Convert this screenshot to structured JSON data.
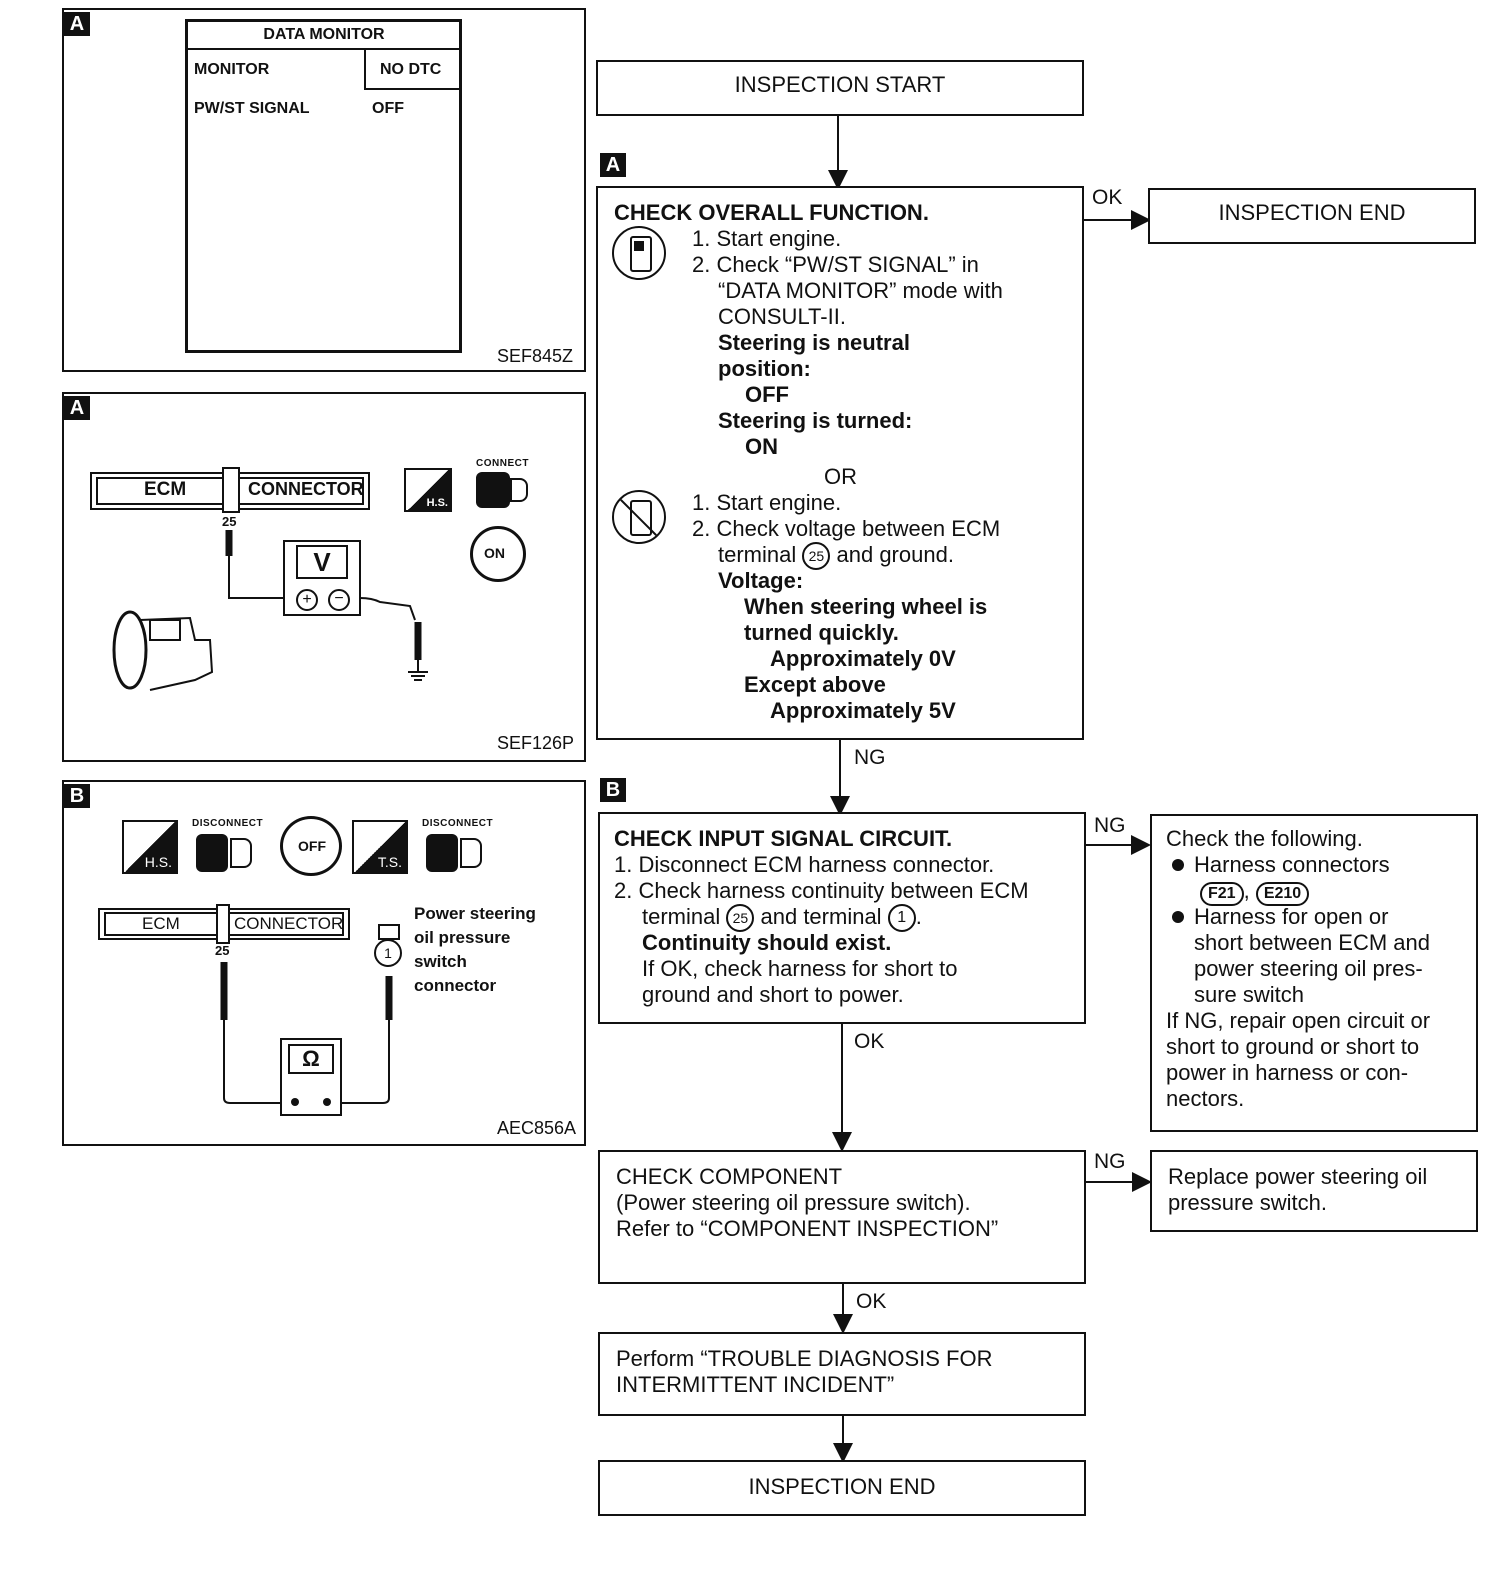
{
  "panel_a1": {
    "tag": "A",
    "table_title": "DATA MONITOR",
    "col1": "MONITOR",
    "col2": "NO DTC",
    "row_label": "PW/ST SIGNAL",
    "row_value": "OFF",
    "code": "SEF845Z"
  },
  "panel_a2": {
    "tag": "A",
    "ecm": "ECM",
    "connector": "CONNECTOR",
    "pin": "25",
    "meter": "V",
    "hs": "H.S.",
    "connect": "CONNECT",
    "on": "ON",
    "code": "SEF126P"
  },
  "panel_b": {
    "tag": "B",
    "disconnect1": "DISCONNECT",
    "disconnect2": "DISCONNECT",
    "hs": "H.S.",
    "ts": "T.S.",
    "off": "OFF",
    "ecm": "ECM",
    "connector": "CONNECTOR",
    "pin": "25",
    "pin_switch": "1",
    "switch_label1": "Power steering",
    "switch_label2": "oil pressure",
    "switch_label3": "switch",
    "switch_label4": "connector",
    "meter": "Ω",
    "code": "AEC856A"
  },
  "flow": {
    "start": "INSPECTION START",
    "tag_a": "A",
    "tag_b": "B",
    "check_overall": {
      "title": "CHECK OVERALL FUNCTION.",
      "s1": "1. Start engine.",
      "s2a": "2. Check “PW/ST SIGNAL” in",
      "s2b": "“DATA MONITOR” mode with",
      "s2c": "CONSULT-II.",
      "neutral1": "Steering is neutral",
      "neutral2": "position:",
      "neutral_val": "OFF",
      "turned": "Steering is turned:",
      "turned_val": "ON",
      "or": "OR",
      "t1": "1. Start engine.",
      "t2a": "2. Check voltage between ECM",
      "t2b_pre": "terminal",
      "t2b_pin": "25",
      "t2b_post": "and ground.",
      "voltage": "Voltage:",
      "v1a": "When steering wheel is",
      "v1b": "turned quickly.",
      "v1val": "Approximately 0V",
      "v2": "Except above",
      "v2val": "Approximately 5V"
    },
    "ok1": "OK",
    "end1": "INSPECTION END",
    "ng1": "NG",
    "check_input": {
      "title": "CHECK INPUT SIGNAL CIRCUIT.",
      "s1": "1. Disconnect ECM harness connector.",
      "s2a": "2. Check harness continuity between ECM",
      "s2b_pre": "terminal",
      "s2b_pin1": "25",
      "s2b_mid": "and terminal",
      "s2b_pin2": "1",
      "s2b_post": ".",
      "cont": "Continuity should exist.",
      "ifok1": "If OK, check harness for short to",
      "ifok2": "ground and short to power."
    },
    "ng2": "NG",
    "check_following": {
      "title": "Check the following.",
      "b1": "Harness connectors",
      "c1": "F21",
      "comma": ",",
      "c2": "E210",
      "b2a": "Harness for open or",
      "b2b": "short between ECM and",
      "b2c": "power steering oil pres-",
      "b2d": "sure switch",
      "ng1": "If NG, repair open circuit or",
      "ng2": "short to ground or short to",
      "ng3": "power in harness or con-",
      "ng4": "nectors."
    },
    "ok2": "OK",
    "check_component": {
      "l1": "CHECK COMPONENT",
      "l2": "(Power steering oil pressure switch).",
      "l3": "Refer to “COMPONENT INSPECTION”"
    },
    "ng3": "NG",
    "replace": {
      "l1": "Replace power steering oil",
      "l2": "pressure switch."
    },
    "ok3": "OK",
    "perform": {
      "l1": "Perform “TROUBLE DIAGNOSIS FOR",
      "l2": "INTERMITTENT INCIDENT”"
    },
    "end2": "INSPECTION END"
  }
}
